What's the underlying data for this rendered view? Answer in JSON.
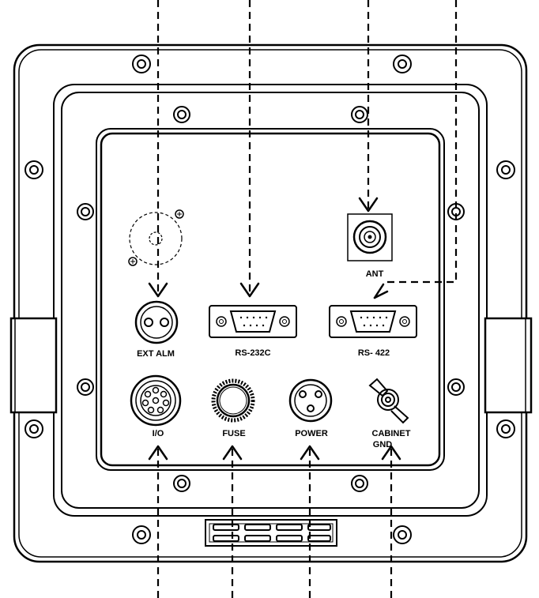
{
  "diagram": {
    "type": "rear-panel-connector-layout",
    "labels": {
      "ext_alm": "EXT ALM",
      "rs232c": "RS-232C",
      "ant": "ANT",
      "rs422": "RS- 422",
      "io": "I/O",
      "fuse": "FUSE",
      "power": "POWER",
      "cabinet_gnd_line1": "CABINET",
      "cabinet_gnd_line2": "GND"
    }
  }
}
